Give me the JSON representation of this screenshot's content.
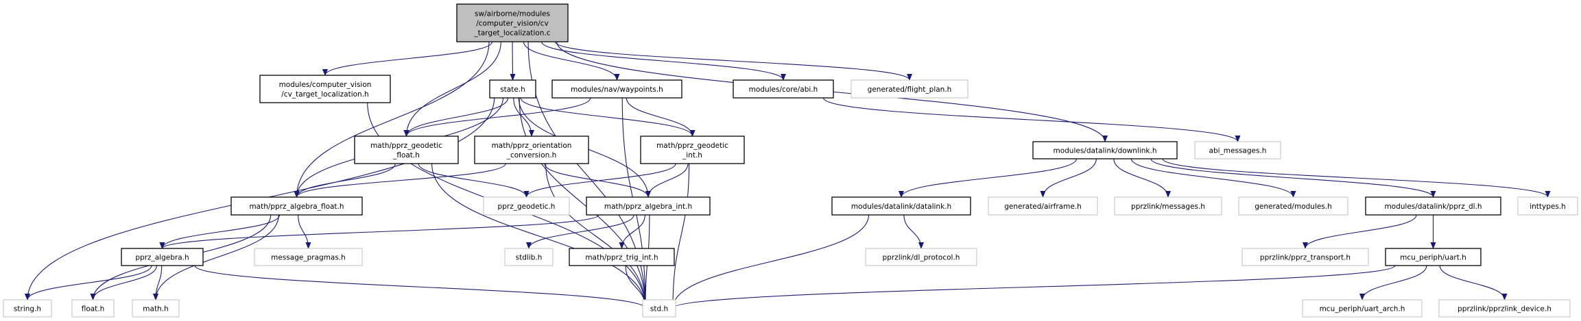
{
  "colors": {
    "edge": "#191970",
    "root_fill": "#bfbfbf",
    "normal_border": "#000000",
    "external_border": "#bfbfbf"
  },
  "nodes": [
    {
      "id": "root",
      "label": [
        "sw/airborne/modules",
        "/computer_vision/cv",
        "_target_localization.c"
      ],
      "style": "root"
    },
    {
      "id": "cv_h",
      "label": [
        "modules/computer_vision",
        "/cv_target_localization.h"
      ],
      "style": "normal"
    },
    {
      "id": "state",
      "label": [
        "state.h"
      ],
      "style": "normal"
    },
    {
      "id": "waypoints",
      "label": [
        "modules/nav/waypoints.h"
      ],
      "style": "normal"
    },
    {
      "id": "abi",
      "label": [
        "modules/core/abi.h"
      ],
      "style": "normal"
    },
    {
      "id": "flight_plan",
      "label": [
        "generated/flight_plan.h"
      ],
      "style": "external"
    },
    {
      "id": "geo_float",
      "label": [
        "math/pprz_geodetic",
        "_float.h"
      ],
      "style": "normal"
    },
    {
      "id": "orient",
      "label": [
        "math/pprz_orientation",
        "_conversion.h"
      ],
      "style": "normal"
    },
    {
      "id": "geo_int",
      "label": [
        "math/pprz_geodetic",
        "_int.h"
      ],
      "style": "normal"
    },
    {
      "id": "downlink",
      "label": [
        "modules/datalink/downlink.h"
      ],
      "style": "normal"
    },
    {
      "id": "abi_msgs",
      "label": [
        "abi_messages.h"
      ],
      "style": "external"
    },
    {
      "id": "alg_float",
      "label": [
        "math/pprz_algebra_float.h"
      ],
      "style": "normal"
    },
    {
      "id": "geodetic",
      "label": [
        "pprz_geodetic.h"
      ],
      "style": "external"
    },
    {
      "id": "alg_int",
      "label": [
        "math/pprz_algebra_int.h"
      ],
      "style": "normal"
    },
    {
      "id": "datalink",
      "label": [
        "modules/datalink/datalink.h"
      ],
      "style": "normal"
    },
    {
      "id": "airframe",
      "label": [
        "generated/airframe.h"
      ],
      "style": "external"
    },
    {
      "id": "messages",
      "label": [
        "pprzlink/messages.h"
      ],
      "style": "external"
    },
    {
      "id": "modules",
      "label": [
        "generated/modules.h"
      ],
      "style": "external"
    },
    {
      "id": "pprz_dl",
      "label": [
        "modules/datalink/pprz_dl.h"
      ],
      "style": "normal"
    },
    {
      "id": "inttypes",
      "label": [
        "inttypes.h"
      ],
      "style": "external"
    },
    {
      "id": "algebra",
      "label": [
        "pprz_algebra.h"
      ],
      "style": "normal"
    },
    {
      "id": "msg_pragmas",
      "label": [
        "message_pragmas.h"
      ],
      "style": "external"
    },
    {
      "id": "stdlib",
      "label": [
        "stdlib.h"
      ],
      "style": "external"
    },
    {
      "id": "trig_int",
      "label": [
        "math/pprz_trig_int.h"
      ],
      "style": "normal"
    },
    {
      "id": "dl_protocol",
      "label": [
        "pprzlink/dl_protocol.h"
      ],
      "style": "external"
    },
    {
      "id": "transport",
      "label": [
        "pprzlink/pprz_transport.h"
      ],
      "style": "external"
    },
    {
      "id": "uart",
      "label": [
        "mcu_periph/uart.h"
      ],
      "style": "normal"
    },
    {
      "id": "string",
      "label": [
        "string.h"
      ],
      "style": "external"
    },
    {
      "id": "float",
      "label": [
        "float.h"
      ],
      "style": "external"
    },
    {
      "id": "math",
      "label": [
        "math.h"
      ],
      "style": "external"
    },
    {
      "id": "std",
      "label": [
        "std.h"
      ],
      "style": "external"
    },
    {
      "id": "uart_arch",
      "label": [
        "mcu_periph/uart_arch.h"
      ],
      "style": "external"
    },
    {
      "id": "pprzlink_device",
      "label": [
        "pprzlink/pprzlink_device.h"
      ],
      "style": "external"
    }
  ],
  "edges": [
    [
      "root",
      "cv_h"
    ],
    [
      "root",
      "state"
    ],
    [
      "root",
      "waypoints"
    ],
    [
      "root",
      "abi"
    ],
    [
      "root",
      "flight_plan"
    ],
    [
      "root",
      "downlink"
    ],
    [
      "root",
      "geo_float"
    ],
    [
      "root",
      "alg_float"
    ],
    [
      "root",
      "std"
    ],
    [
      "cv_h",
      "std"
    ],
    [
      "state",
      "string"
    ],
    [
      "state",
      "alg_float"
    ],
    [
      "state",
      "geo_float"
    ],
    [
      "state",
      "orient"
    ],
    [
      "state",
      "geo_int"
    ],
    [
      "state",
      "alg_int"
    ],
    [
      "state",
      "std"
    ],
    [
      "waypoints",
      "geo_float"
    ],
    [
      "waypoints",
      "geo_int"
    ],
    [
      "waypoints",
      "std"
    ],
    [
      "geo_float",
      "alg_float"
    ],
    [
      "geo_float",
      "geodetic"
    ],
    [
      "geo_float",
      "std"
    ],
    [
      "orient",
      "alg_float"
    ],
    [
      "orient",
      "alg_int"
    ],
    [
      "orient",
      "std"
    ],
    [
      "geo_int",
      "geodetic"
    ],
    [
      "geo_int",
      "alg_int"
    ],
    [
      "geo_int",
      "std"
    ],
    [
      "alg_float",
      "algebra"
    ],
    [
      "alg_float",
      "msg_pragmas"
    ],
    [
      "alg_float",
      "float"
    ],
    [
      "alg_float",
      "math"
    ],
    [
      "alg_int",
      "algebra"
    ],
    [
      "alg_int",
      "stdlib"
    ],
    [
      "alg_int",
      "trig_int"
    ],
    [
      "alg_int",
      "std"
    ],
    [
      "algebra",
      "string"
    ],
    [
      "algebra",
      "float"
    ],
    [
      "algebra",
      "math"
    ],
    [
      "algebra",
      "std"
    ],
    [
      "trig_int",
      "std"
    ],
    [
      "abi",
      "abi_msgs"
    ],
    [
      "downlink",
      "datalink"
    ],
    [
      "downlink",
      "airframe"
    ],
    [
      "downlink",
      "messages"
    ],
    [
      "downlink",
      "modules"
    ],
    [
      "downlink",
      "pprz_dl"
    ],
    [
      "downlink",
      "inttypes"
    ],
    [
      "datalink",
      "dl_protocol"
    ],
    [
      "datalink",
      "std"
    ],
    [
      "pprz_dl",
      "transport"
    ],
    [
      "pprz_dl",
      "uart"
    ],
    [
      "uart",
      "std"
    ],
    [
      "uart",
      "uart_arch"
    ],
    [
      "uart",
      "pprzlink_device"
    ]
  ]
}
